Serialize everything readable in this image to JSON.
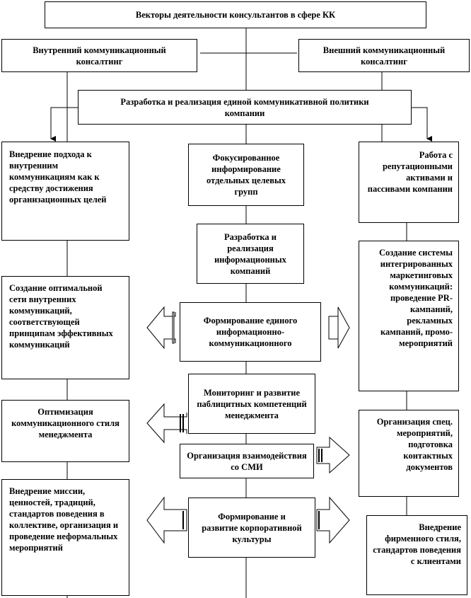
{
  "title": "Векторы деятельности консультантов в сфере КК",
  "internal": "Внутренний коммуникационный консалтинг",
  "external": "Внешний коммуникационный консалтинг",
  "unified_policy": "Разработка и реализация единой коммуникативной политики компании",
  "left": {
    "l1": "Внедрение подхода к внутренним коммуникациям как к средству достижения организационных целей",
    "l2": "Создание оптимальной сети внутренних коммуникаций, соответствующей принципам эффективных коммуникаций",
    "l3": "Оптимизация коммуникационного стиля менеджмента",
    "l4": "Внедрение миссии, ценностей, традиций, стандартов поведения в коллективе, организация и проведение неформальных мероприятий"
  },
  "center": {
    "c1": "Фокусированное информирование отдельных целевых групп",
    "c2": "Разработка и реализация информационных компаний",
    "c3": "Формирование единого информационно-коммуникационного",
    "c4": "Мониторинг и развитие паблицитных компетенций менеджмента",
    "c5": "Организация взаимодействия со СМИ",
    "c6": "Формирование и развитие корпоративной культуры"
  },
  "right": {
    "r1": "Работа с репутационными активами и пассивами компании",
    "r2": "Создание системы интегрированных маркетинговых коммуникаций: проведение PR-кампаний, рекламных кампаний, промо-мероприятий",
    "r3": "Организация спец. мероприятий, подготовка контактных документов",
    "r4": "Внедрение фирменного стиля, стандартов поведения с клиентами"
  }
}
